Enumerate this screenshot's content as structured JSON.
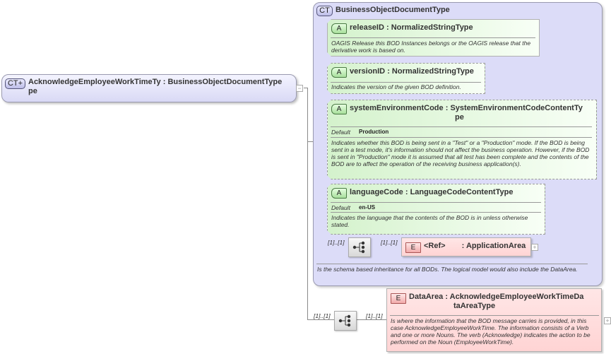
{
  "root": {
    "badge": "CT+",
    "name": "AcknowledgeEmployeeWorkTimeTy",
    "name_wrap": "pe",
    "type": ": BusinessObjectDocumentType",
    "toggle": "−"
  },
  "base_type": {
    "badge": "CT",
    "title": "BusinessObjectDocumentType",
    "description": "Is the schema based inheritance for all BODs. The logical model would also include the DataArea.",
    "attributes": [
      {
        "badge": "A",
        "name": "releaseID",
        "type": ": NormalizedStringType",
        "description": "OAGIS Release this BOD Instances belongs or the OAGIS release that the derivative work is based on."
      },
      {
        "badge": "A",
        "name": "versionID",
        "type": ": NormalizedStringType",
        "description": "Indicates the version of the given BOD definition."
      },
      {
        "badge": "A",
        "name": "systemEnvironmentCode",
        "type": ": SystemEnvironmentCodeContentTy",
        "type_wrap": "pe",
        "default_label": "Default",
        "default_value": "Production",
        "description": "Indicates whether this BOD is being sent in a \"Test\" or a \"Production\" mode. If the BOD is being sent in a test mode, it's information should not affect the business operation. However, if the BOD is sent in \"Production\" mode it is assumed that all test has been complete and the contents of the BOD are to affect the operation of the receiving business application(s)."
      },
      {
        "badge": "A",
        "name": "languageCode",
        "type": ": LanguageCodeContentType",
        "default_label": "Default",
        "default_value": "en-US",
        "description": "Indicates the language that the contents of the BOD is in unless otherwise stated."
      }
    ],
    "sequence": {
      "multiplicity_in": "[1]..[1]",
      "multiplicity_out": "[1]..[1]",
      "icon": "sequence-icon"
    },
    "application_area": {
      "badge": "E",
      "name": "<Ref>",
      "type": ": ApplicationArea",
      "toggle": "+"
    }
  },
  "root_sequence": {
    "multiplicity_in": "[1]..[1]",
    "multiplicity_out": "[1]..[1]",
    "icon": "sequence-icon"
  },
  "data_area": {
    "badge": "E",
    "name": "DataArea",
    "type": ": AcknowledgeEmployeeWorkTimeDa",
    "type_wrap": "taAreaType",
    "description": "Is where the information that the BOD message carries is provided, in this case AcknowledgeEmployeeWorkTime. The information consists of a Verb and one or more Nouns. The verb (Acknowledge) indicates the action to be performed on the Noun (EmployeeWorkTime).",
    "toggle": "+"
  }
}
